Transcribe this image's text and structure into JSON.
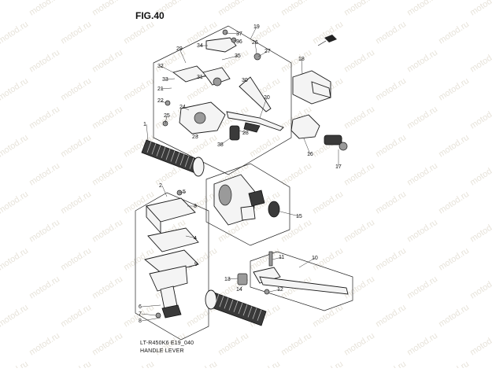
{
  "figure": {
    "title": "FIG.40",
    "code": "LT-R450K6 E19_040",
    "caption": "HANDLE LEVER"
  },
  "watermark": {
    "text": "motod.ru"
  },
  "callouts": [
    {
      "id": "19",
      "label": "19"
    },
    {
      "id": "37",
      "label": "37"
    },
    {
      "id": "36",
      "label": "36"
    },
    {
      "id": "26",
      "label": "26"
    },
    {
      "id": "27",
      "label": "27"
    },
    {
      "id": "29",
      "label": "29"
    },
    {
      "id": "34",
      "label": "34"
    },
    {
      "id": "35",
      "label": "35"
    },
    {
      "id": "32",
      "label": "32"
    },
    {
      "id": "33",
      "label": "33"
    },
    {
      "id": "31",
      "label": "31"
    },
    {
      "id": "30",
      "label": "30"
    },
    {
      "id": "21",
      "label": "21"
    },
    {
      "id": "22",
      "label": "22"
    },
    {
      "id": "20",
      "label": "20"
    },
    {
      "id": "24",
      "label": "24"
    },
    {
      "id": "25",
      "label": "25"
    },
    {
      "id": "28",
      "label": "28"
    },
    {
      "id": "23",
      "label": "23"
    },
    {
      "id": "38",
      "label": "38"
    },
    {
      "id": "18",
      "label": "18"
    },
    {
      "id": "16",
      "label": "16"
    },
    {
      "id": "17",
      "label": "17"
    },
    {
      "id": "1",
      "label": "1"
    },
    {
      "id": "2",
      "label": "2"
    },
    {
      "id": "5",
      "label": "5"
    },
    {
      "id": "3",
      "label": "3"
    },
    {
      "id": "4",
      "label": "4"
    },
    {
      "id": "9",
      "label": "9"
    },
    {
      "id": "15",
      "label": "15"
    },
    {
      "id": "11",
      "label": "11"
    },
    {
      "id": "10",
      "label": "10"
    },
    {
      "id": "13",
      "label": "13"
    },
    {
      "id": "14",
      "label": "14"
    },
    {
      "id": "12",
      "label": "12"
    },
    {
      "id": "6",
      "label": "6"
    },
    {
      "id": "7",
      "label": "7"
    },
    {
      "id": "8",
      "label": "8"
    }
  ],
  "colors": {
    "line": "#222222",
    "watermark": "#e7e3da",
    "background": "#ffffff"
  }
}
